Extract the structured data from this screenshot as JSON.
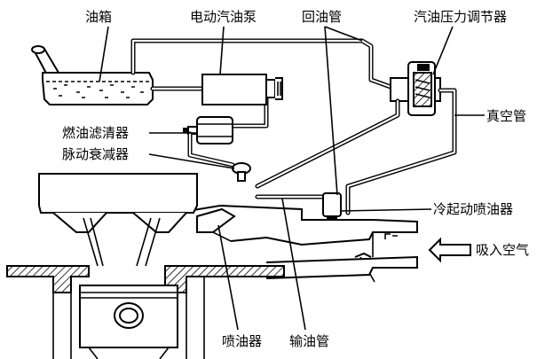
{
  "labels": {
    "fuel_tank": "油箱",
    "electric_pump": "电动汽油泵",
    "return_pipe": "回油管",
    "pressure_regulator": "汽油压力调节器",
    "fuel_filter": "燃油滤清器",
    "pulsation_damper": "脉动衰减器",
    "vacuum_pipe": "真空管",
    "cold_start_injector": "冷起动喷油器",
    "intake_air": "吸入空气",
    "injector": "喷油器",
    "fuel_delivery_pipe": "输油管"
  },
  "colors": {
    "ink": "#000000",
    "background": "#ffffff"
  }
}
